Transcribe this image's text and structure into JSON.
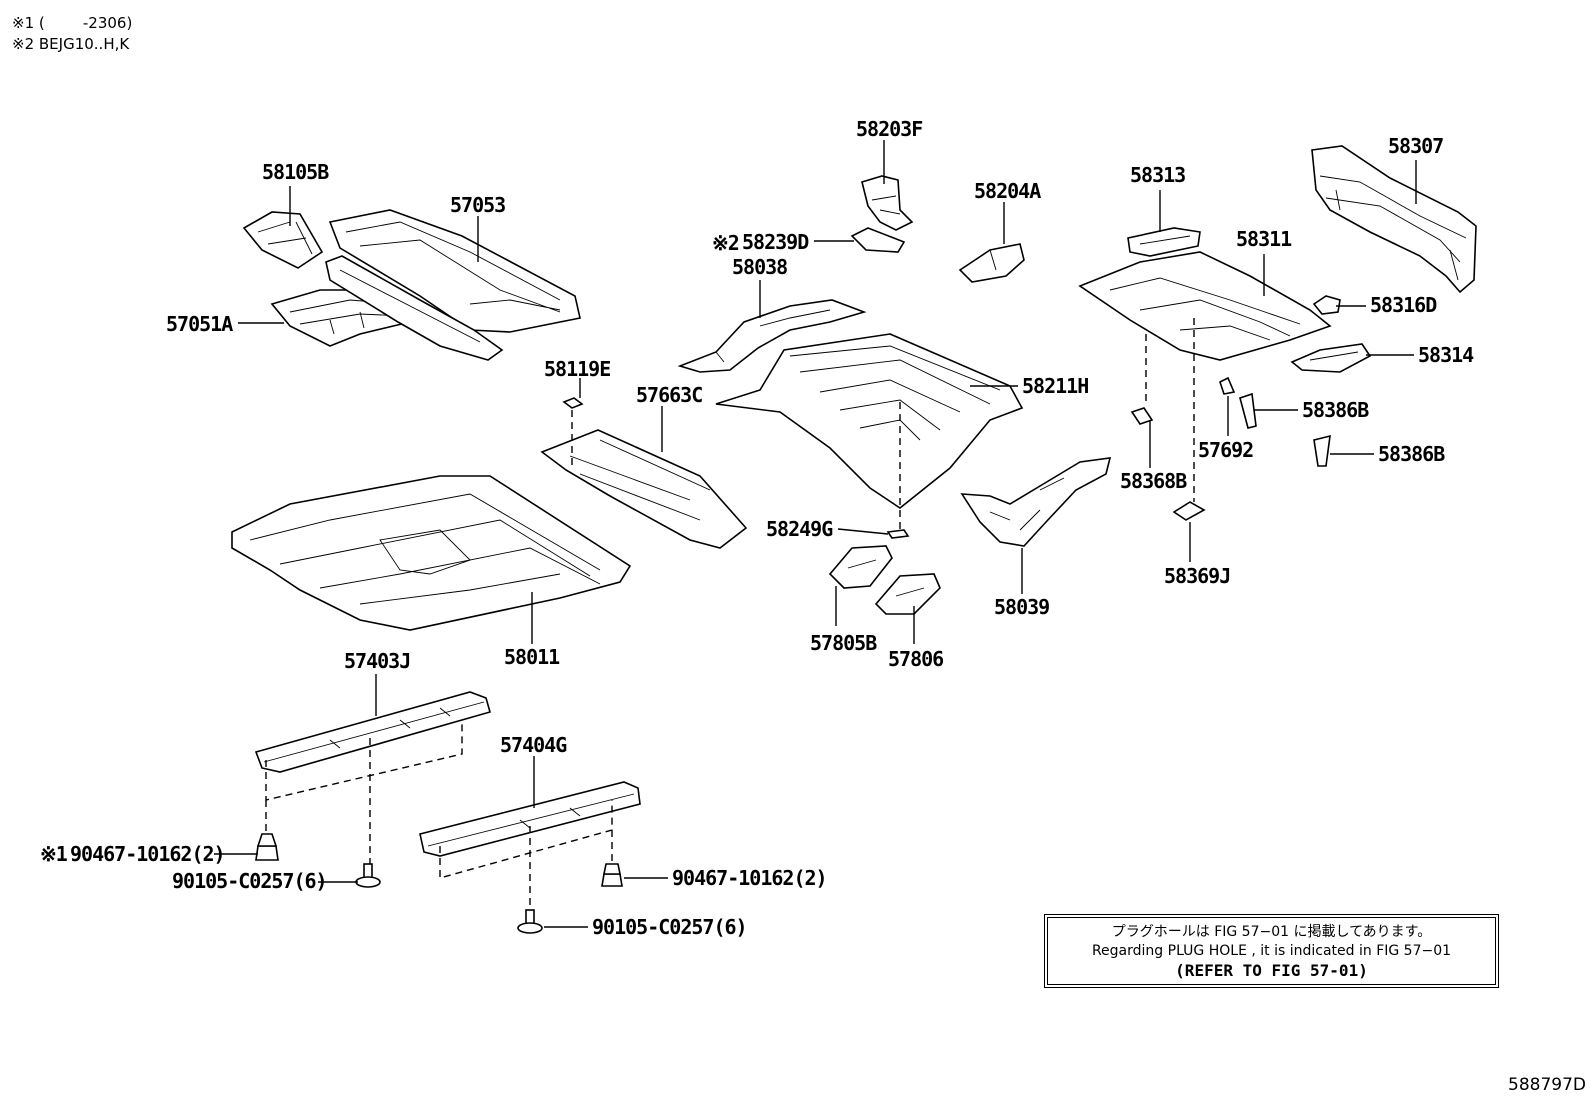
{
  "header": {
    "note1": "※1 (        -2306)",
    "note2": "※2 BEJG10..H,K"
  },
  "parts": [
    {
      "id": "58105B",
      "label": "58105B"
    },
    {
      "id": "57053",
      "label": "57053"
    },
    {
      "id": "57051A",
      "label": "57051A"
    },
    {
      "id": "58203F",
      "label": "58203F"
    },
    {
      "id": "58239D",
      "label": "58239D",
      "prefix": "※2"
    },
    {
      "id": "58038",
      "label": "58038"
    },
    {
      "id": "58204A",
      "label": "58204A"
    },
    {
      "id": "58313",
      "label": "58313"
    },
    {
      "id": "58307",
      "label": "58307"
    },
    {
      "id": "58311",
      "label": "58311"
    },
    {
      "id": "58316D",
      "label": "58316D"
    },
    {
      "id": "58314",
      "label": "58314"
    },
    {
      "id": "58386B_a",
      "label": "58386B"
    },
    {
      "id": "58386B_b",
      "label": "58386B"
    },
    {
      "id": "57692",
      "label": "57692"
    },
    {
      "id": "58368B",
      "label": "58368B"
    },
    {
      "id": "58369J",
      "label": "58369J"
    },
    {
      "id": "58211H",
      "label": "58211H"
    },
    {
      "id": "58119E",
      "label": "58119E"
    },
    {
      "id": "57663C",
      "label": "57663C"
    },
    {
      "id": "58249G",
      "label": "58249G"
    },
    {
      "id": "58039",
      "label": "58039"
    },
    {
      "id": "57805B",
      "label": "57805B"
    },
    {
      "id": "57806",
      "label": "57806"
    },
    {
      "id": "58011",
      "label": "58011"
    },
    {
      "id": "57403J",
      "label": "57403J"
    },
    {
      "id": "57404G",
      "label": "57404G"
    }
  ],
  "fasteners": [
    {
      "id": "clip_left",
      "label": "90467-10162(2)",
      "prefix": "※1"
    },
    {
      "id": "bolt_left",
      "label": "90105-C0257(6)"
    },
    {
      "id": "clip_right",
      "label": "90467-10162(2)"
    },
    {
      "id": "bolt_center",
      "label": "90105-C0257(6)"
    }
  ],
  "note_box": {
    "japanese": "プラグホールは FIG  57−01 に掲載してあります。",
    "english": "Regarding  PLUG  HOLE , it is indicated in  FIG  57−01",
    "reference": "(REFER TO FIG 57-01)"
  },
  "figure_id": "588797D"
}
